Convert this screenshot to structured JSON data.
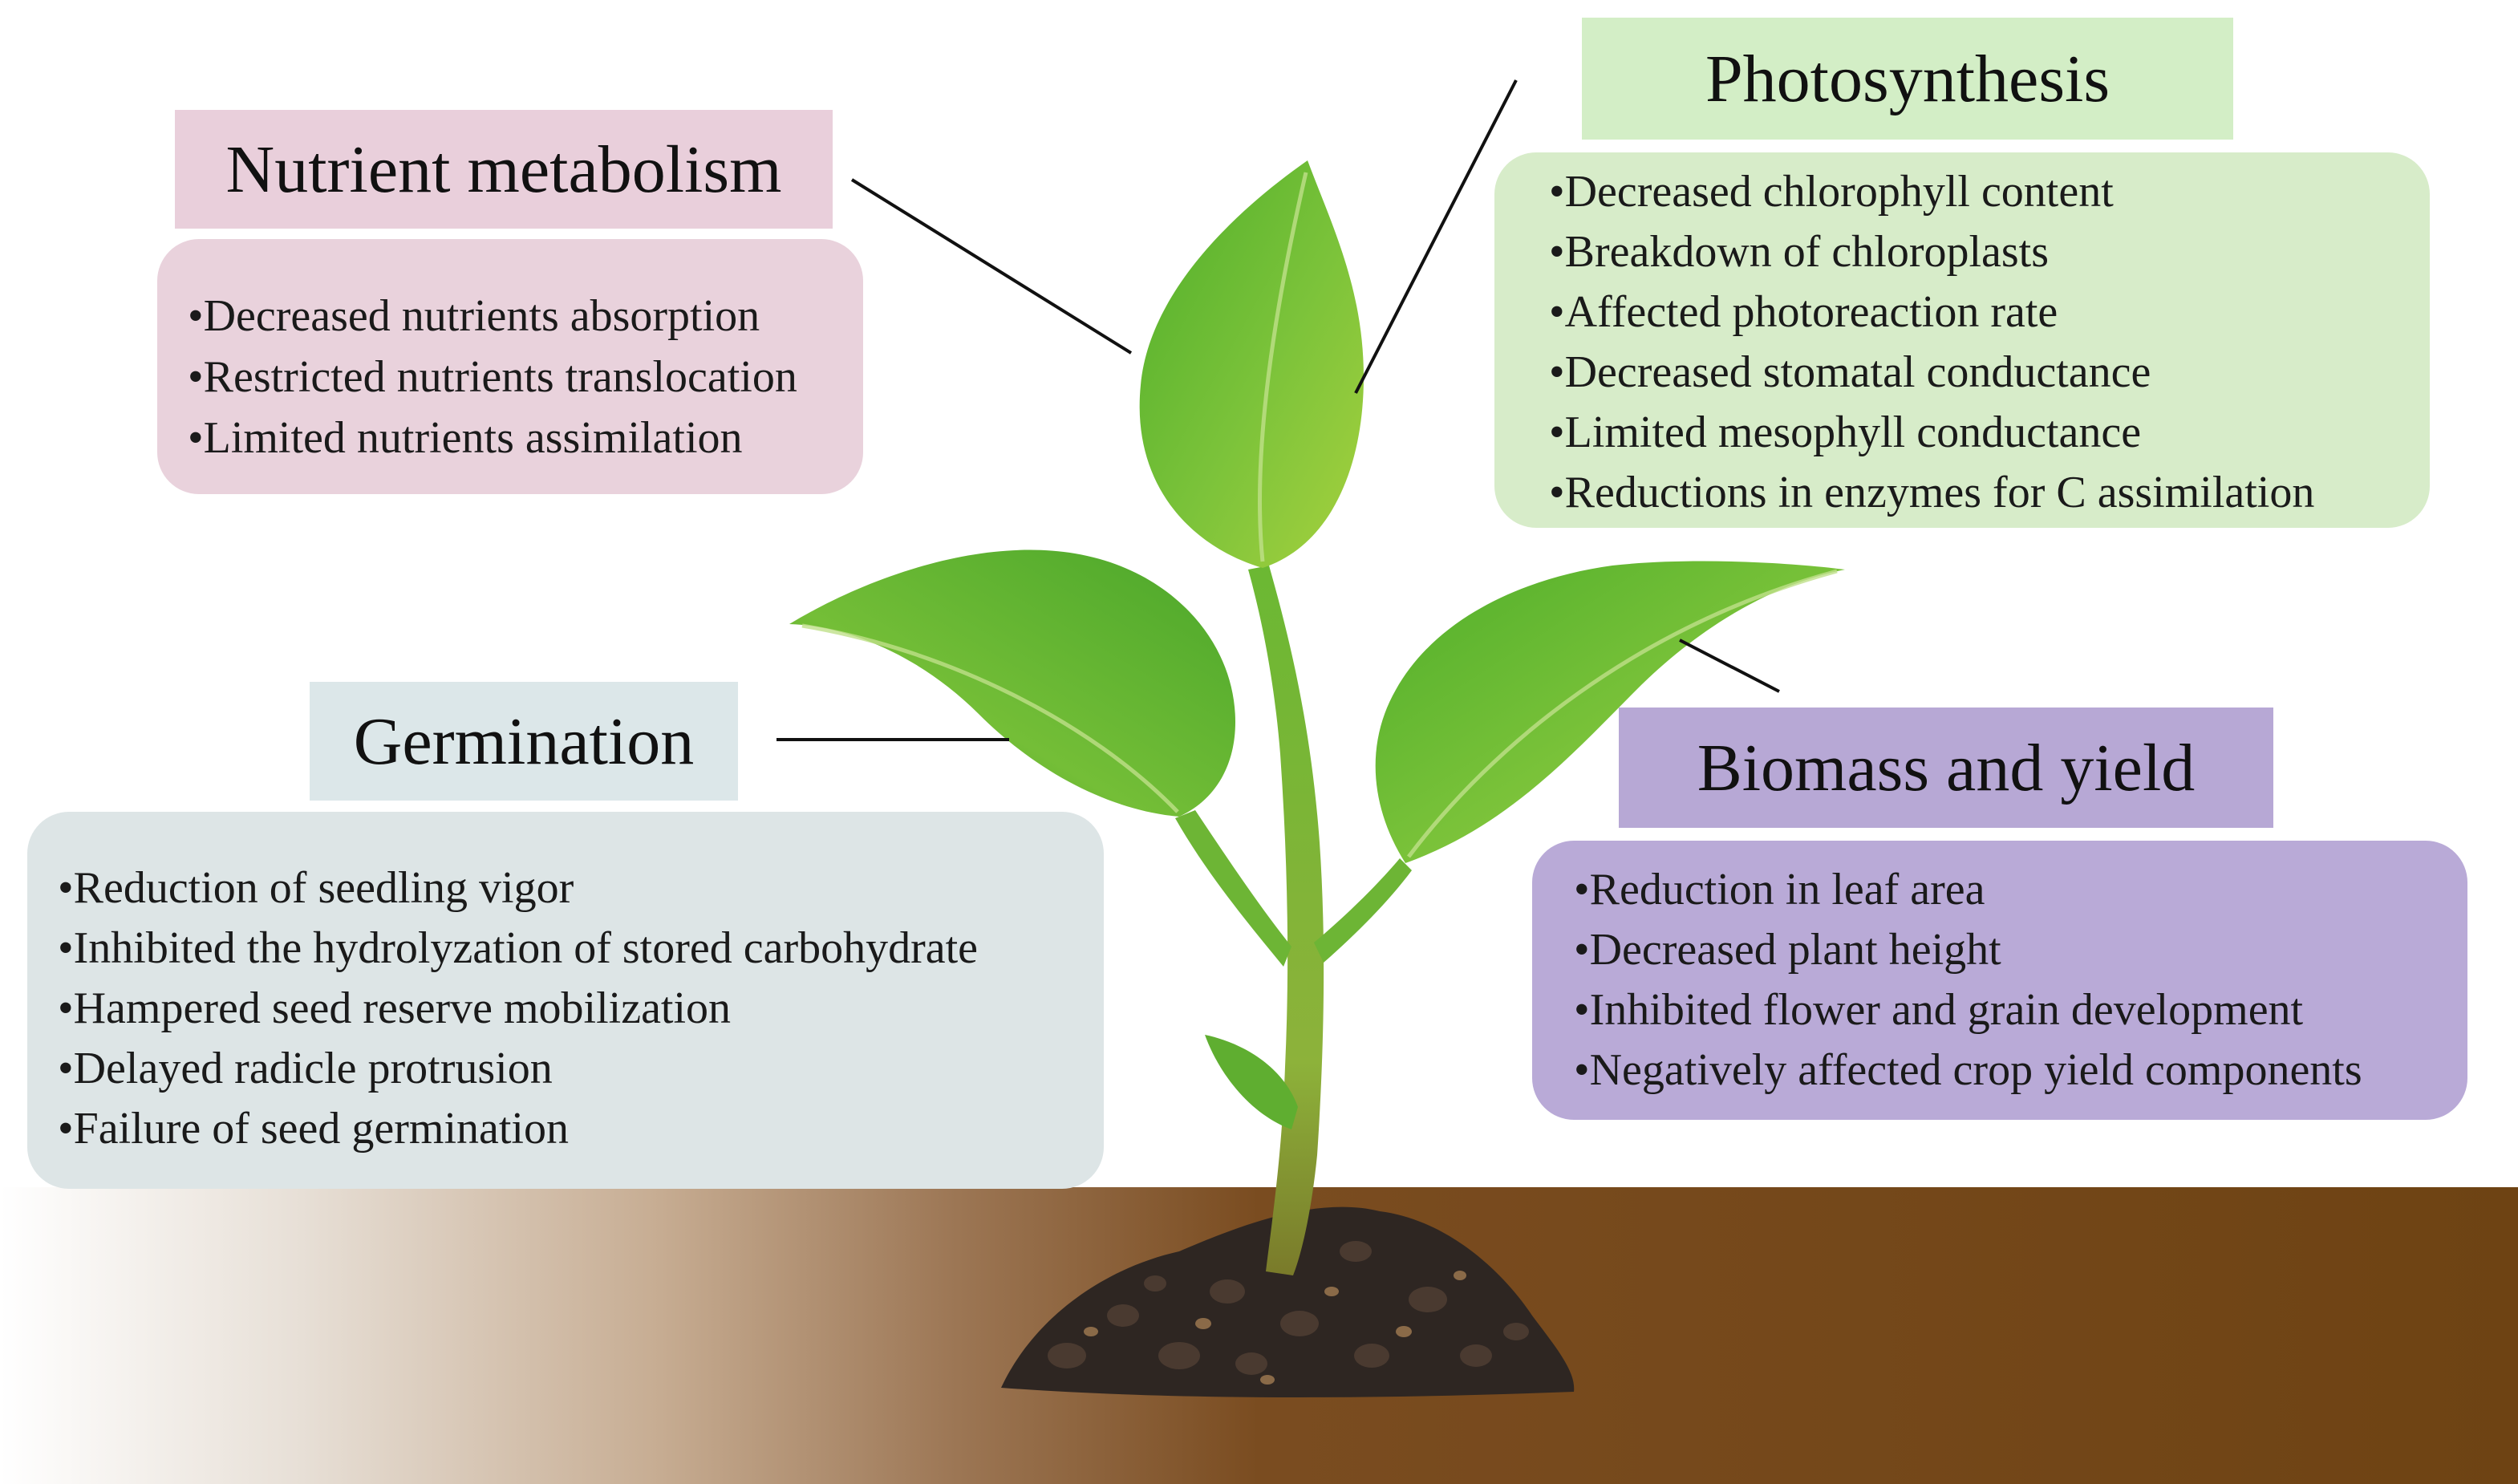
{
  "sections": {
    "nutrient": {
      "title": "Nutrient metabolism",
      "items": [
        "Decreased nutrients absorption",
        "Restricted nutrients translocation",
        "Limited nutrients assimilation"
      ]
    },
    "photosynthesis": {
      "title": "Photosynthesis",
      "items": [
        "Decreased chlorophyll content",
        "Breakdown of chloroplasts",
        "Affected photoreaction rate",
        "Decreased stomatal conductance",
        "Limited mesophyll conductance",
        "Reductions in enzymes for C assimilation"
      ]
    },
    "germination": {
      "title": "Germination",
      "items": [
        "Reduction of seedling vigor",
        "Inhibited the hydrolyzation of stored carbohydrate",
        "Hampered seed reserve mobilization",
        "Delayed radicle protrusion",
        "Failure of seed germination"
      ]
    },
    "biomass": {
      "title": "Biomass and yield",
      "items": [
        "Reduction in leaf area",
        "Decreased plant height",
        "Inhibited flower and grain development",
        "Negatively affected crop yield components"
      ]
    }
  },
  "colors": {
    "nutrient": "#e9cfdb",
    "photosynthesis": "#d7ecc9",
    "germination": "#dde5e6",
    "biomass": "#b9aad7",
    "soil_band": "#6f4416",
    "leaf": "#7cc33a"
  }
}
